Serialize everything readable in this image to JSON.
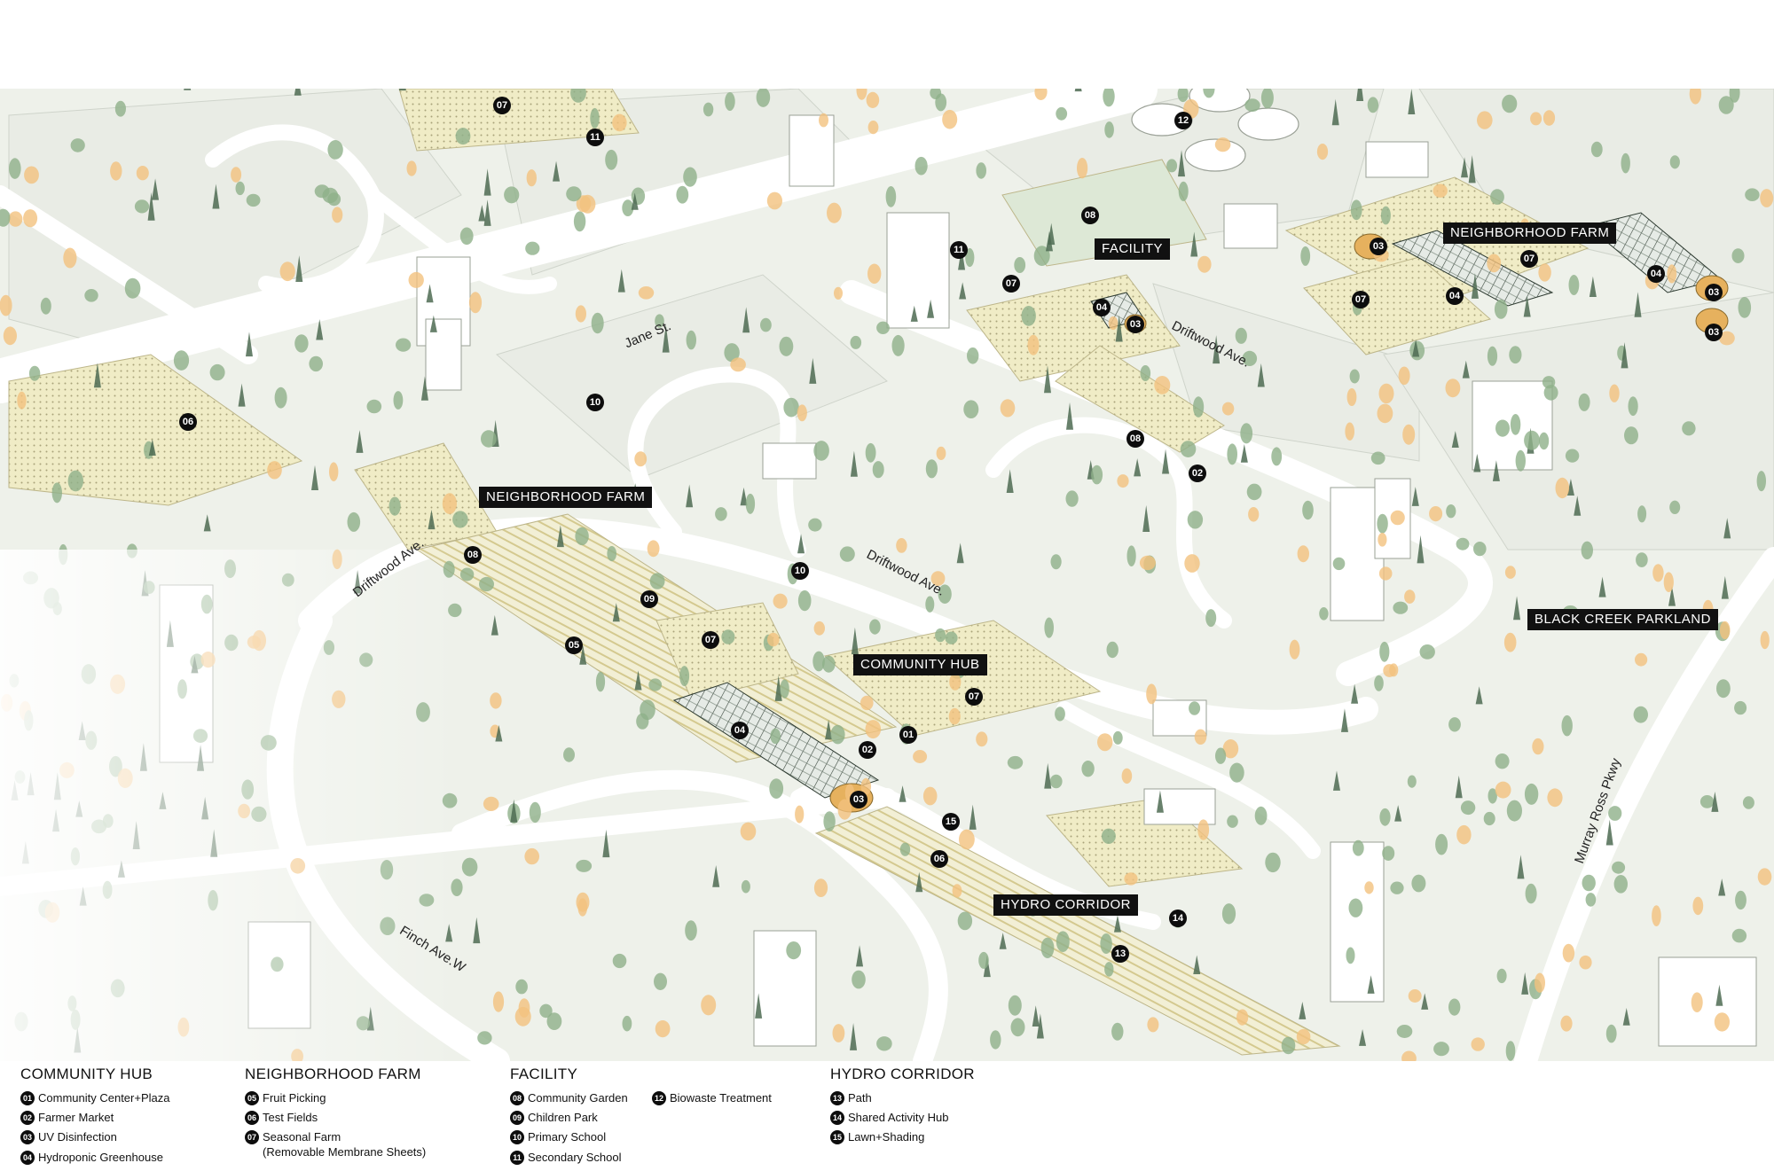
{
  "colors": {
    "tree_green": "#8fb08a",
    "tree_orange": "#f2c27e",
    "tree_dark": "#4d6b52",
    "farm_fill": "#eae6bd",
    "greenhouse": "#7a8a7a",
    "road": "#ffffff",
    "ground": "#eef1ea",
    "label_bg": "#111111"
  },
  "map_labels": {
    "neighborhood_farm_1": "NEIGHBORHOOD FARM",
    "neighborhood_farm_2": "NEIGHBORHOOD FARM",
    "facility": "FACILITY",
    "community_hub": "COMMUNITY HUB",
    "black_creek": "BLACK CREEK PARKLAND",
    "hydro_corridor": "HYDRO CORRIDOR"
  },
  "streets": {
    "jane": "Jane St.",
    "driftwood_1": "Driftwood Ave.",
    "driftwood_2": "Driftwood Ave.",
    "driftwood_3": "Driftwood Ave.",
    "finch": "Finch Ave.W",
    "murray": "Murray Ross Pkwy"
  },
  "markers": [
    {
      "id": "07"
    },
    {
      "id": "11"
    },
    {
      "id": "12"
    },
    {
      "id": "08"
    },
    {
      "id": "11"
    },
    {
      "id": "07"
    },
    {
      "id": "04"
    },
    {
      "id": "03"
    },
    {
      "id": "03"
    },
    {
      "id": "07"
    },
    {
      "id": "07"
    },
    {
      "id": "04"
    },
    {
      "id": "04"
    },
    {
      "id": "03"
    },
    {
      "id": "03"
    },
    {
      "id": "10"
    },
    {
      "id": "06"
    },
    {
      "id": "08"
    },
    {
      "id": "02"
    },
    {
      "id": "08"
    },
    {
      "id": "10"
    },
    {
      "id": "09"
    },
    {
      "id": "05"
    },
    {
      "id": "07"
    },
    {
      "id": "07"
    },
    {
      "id": "04"
    },
    {
      "id": "01"
    },
    {
      "id": "02"
    },
    {
      "id": "03"
    },
    {
      "id": "15"
    },
    {
      "id": "06"
    },
    {
      "id": "14"
    },
    {
      "id": "13"
    }
  ],
  "legend": {
    "community_hub": {
      "title": "COMMUNITY HUB",
      "items": [
        {
          "num": "01",
          "label": "Community Center+Plaza"
        },
        {
          "num": "02",
          "label": "Farmer Market"
        },
        {
          "num": "03",
          "label": "UV Disinfection"
        },
        {
          "num": "04",
          "label": "Hydroponic Greenhouse"
        }
      ]
    },
    "neighborhood_farm": {
      "title": "NEIGHBORHOOD FARM",
      "items": [
        {
          "num": "05",
          "label": "Fruit Picking"
        },
        {
          "num": "06",
          "label": "Test Fields"
        },
        {
          "num": "07",
          "label": "Seasonal Farm"
        }
      ],
      "note": "(Removable Membrane Sheets)"
    },
    "facility": {
      "title": "FACILITY",
      "items": [
        {
          "num": "08",
          "label": "Community Garden"
        },
        {
          "num": "09",
          "label": "Children Park"
        },
        {
          "num": "10",
          "label": "Primary School"
        },
        {
          "num": "11",
          "label": "Secondary School"
        },
        {
          "num": "12",
          "label": "Biowaste Treatment"
        }
      ]
    },
    "hydro_corridor": {
      "title": "HYDRO CORRIDOR",
      "items": [
        {
          "num": "13",
          "label": "Path"
        },
        {
          "num": "14",
          "label": "Shared Activity Hub"
        },
        {
          "num": "15",
          "label": "Lawn+Shading"
        }
      ]
    }
  }
}
